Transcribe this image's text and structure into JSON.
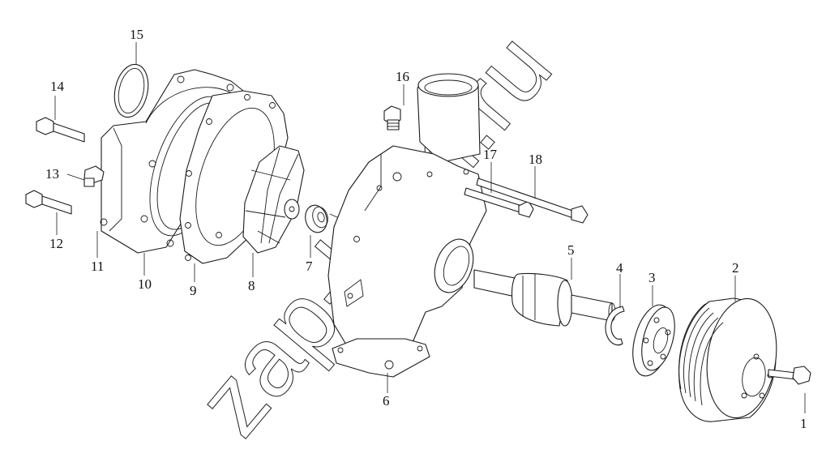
{
  "watermark": "zap-kam.ru",
  "corner_mark": "",
  "callouts": [
    {
      "id": "1",
      "text": "1"
    },
    {
      "id": "2",
      "text": "2"
    },
    {
      "id": "3",
      "text": "3"
    },
    {
      "id": "4",
      "text": "4"
    },
    {
      "id": "5",
      "text": "5"
    },
    {
      "id": "6",
      "text": "6"
    },
    {
      "id": "7",
      "text": "7"
    },
    {
      "id": "8",
      "text": "8"
    },
    {
      "id": "9",
      "text": "9"
    },
    {
      "id": "10",
      "text": "10"
    },
    {
      "id": "11",
      "text": "11"
    },
    {
      "id": "12",
      "text": "12"
    },
    {
      "id": "13",
      "text": "13"
    },
    {
      "id": "14",
      "text": "14"
    },
    {
      "id": "15",
      "text": "15"
    },
    {
      "id": "16",
      "text": "16"
    },
    {
      "id": "17",
      "text": "17"
    },
    {
      "id": "18",
      "text": "18"
    }
  ],
  "parts": [
    {
      "id": "bolt-1",
      "callout": "1"
    },
    {
      "id": "pulley",
      "callout": "2"
    },
    {
      "id": "hub",
      "callout": "3"
    },
    {
      "id": "retaining-ring",
      "callout": "4"
    },
    {
      "id": "bearing-shaft",
      "callout": "5"
    },
    {
      "id": "pump-housing",
      "callout": "6"
    },
    {
      "id": "seal",
      "callout": "7"
    },
    {
      "id": "impeller",
      "callout": "8"
    },
    {
      "id": "gasket",
      "callout": "9"
    },
    {
      "id": "cover",
      "callout": "10"
    },
    {
      "id": "cover-flange",
      "callout": "11"
    },
    {
      "id": "long-bolt-12",
      "callout": "12"
    },
    {
      "id": "plug-13",
      "callout": "13"
    },
    {
      "id": "bolt-14",
      "callout": "14"
    },
    {
      "id": "o-ring",
      "callout": "15"
    },
    {
      "id": "plug-16",
      "callout": "16"
    },
    {
      "id": "bolt-17",
      "callout": "17"
    },
    {
      "id": "bolt-18",
      "callout": "18"
    }
  ]
}
